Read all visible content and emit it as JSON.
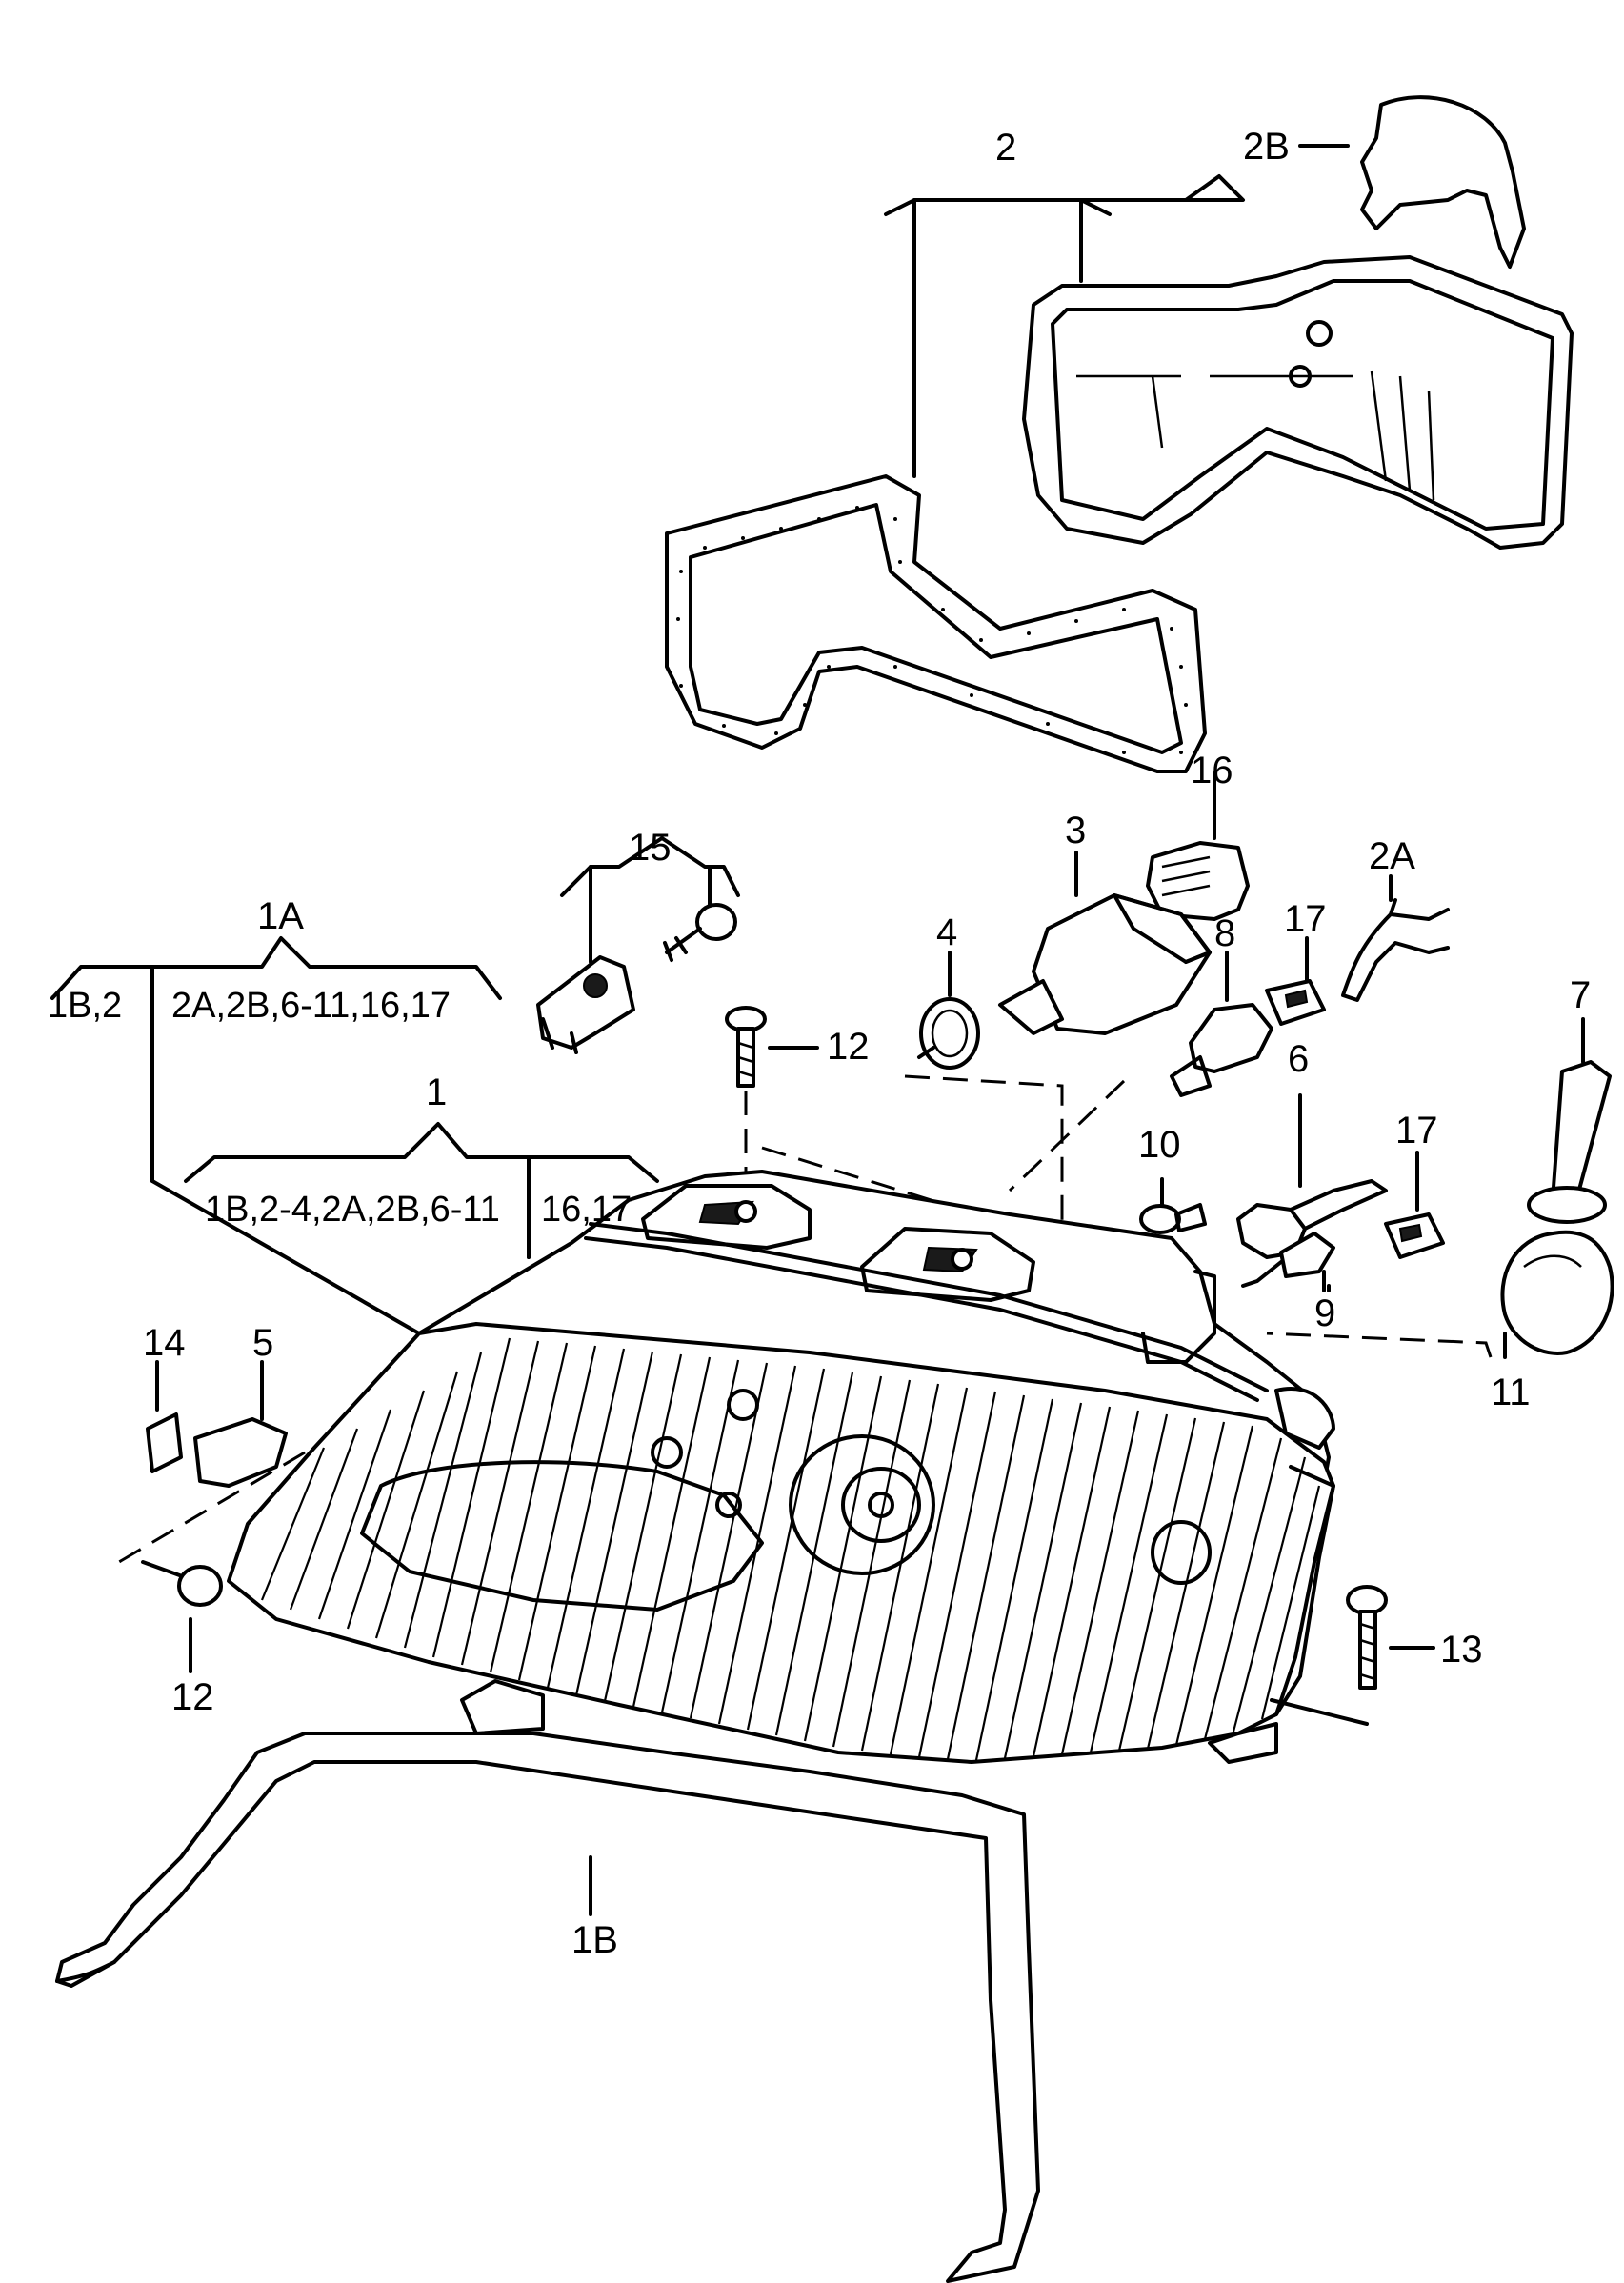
{
  "labels": {
    "l1": "1",
    "l1A": "1A",
    "l1B": "1B",
    "l2": "2",
    "l2A": "2A",
    "l2B": "2B",
    "l3": "3",
    "l4": "4",
    "l5": "5",
    "l6": "6",
    "l7": "7",
    "l8": "8",
    "l9": "9",
    "l10": "10",
    "l11": "11",
    "l12a": "12",
    "l12b": "12",
    "l13": "13",
    "l14": "14",
    "l15": "15",
    "l16": "16",
    "l17a": "17",
    "l17b": "17"
  },
  "groups": {
    "g1A_left": "1B,2",
    "g1A_right": "2A,2B,6-11,16,17",
    "g1_left": "1B,2-4,2A,2B,6-11",
    "g1_right": "16,17"
  }
}
